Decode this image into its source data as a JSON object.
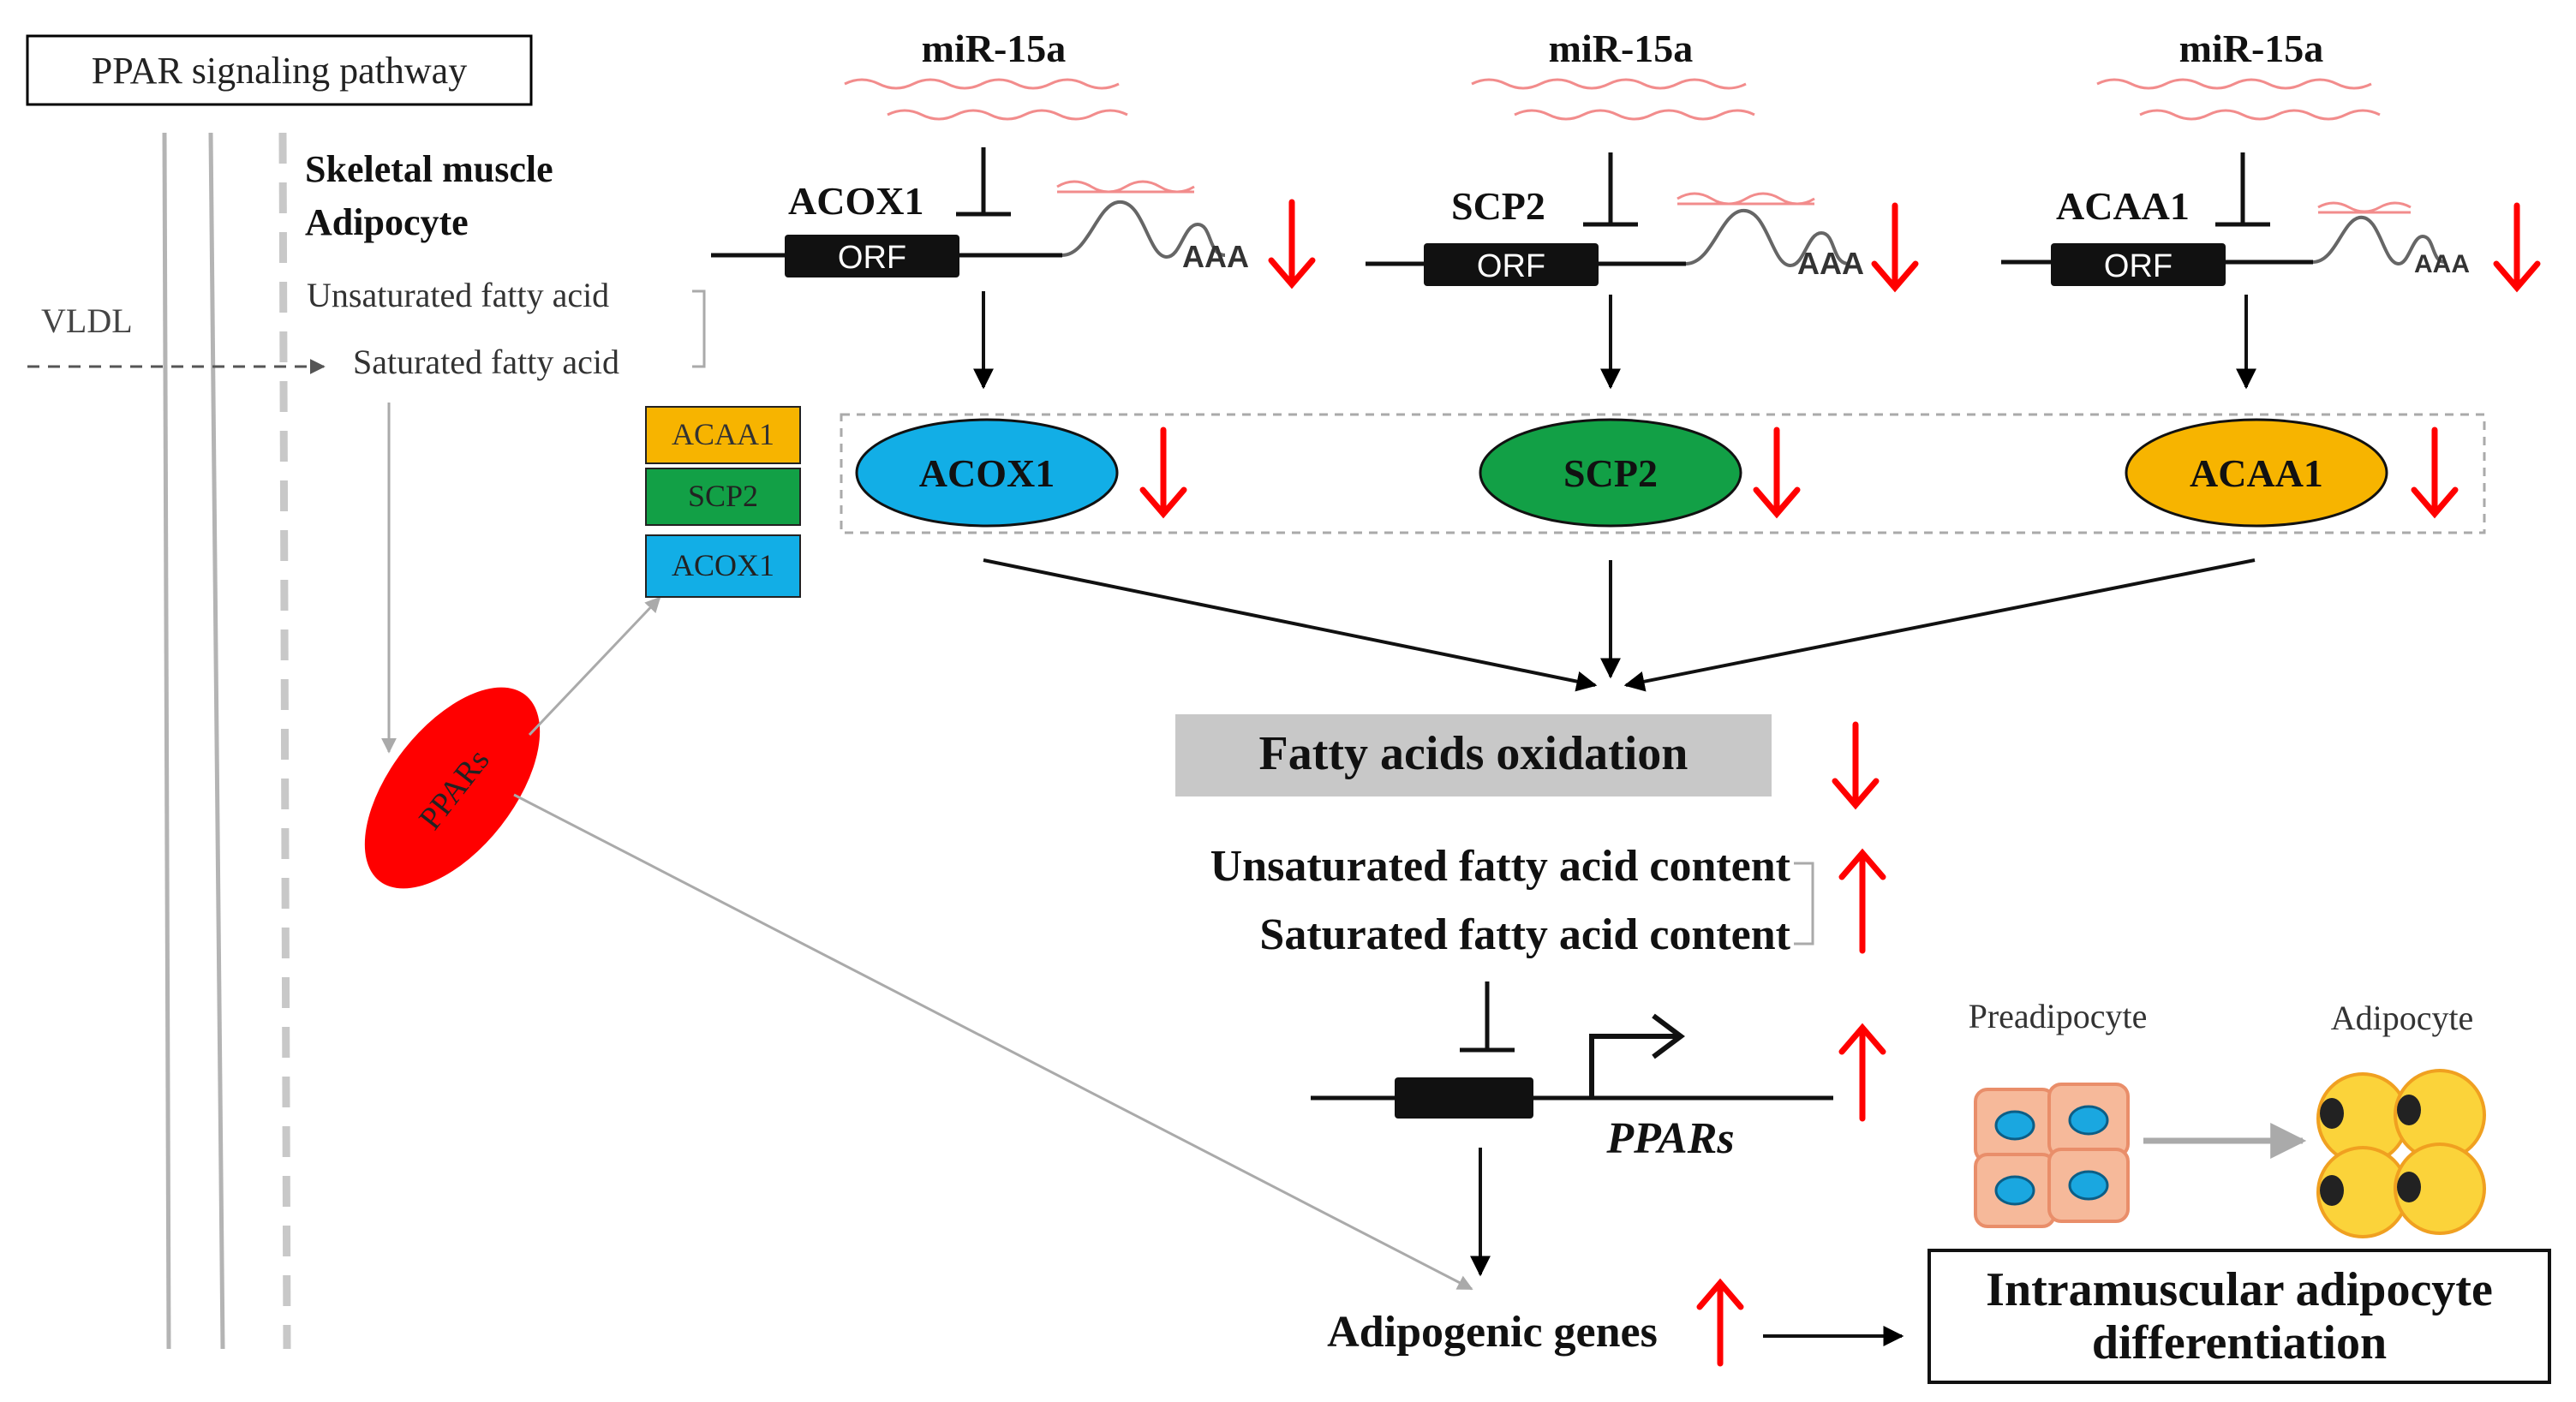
{
  "colors": {
    "acox1": "#12aee6",
    "scp2": "#12a046",
    "acaa1": "#f7b400",
    "ppars": "#ff0000",
    "down_arrow": "#ff0000",
    "up_arrow": "#ff0000",
    "mirna": "#f28c8c",
    "grey_box": "#c8c8c8",
    "grey_line": "#b4b4b4"
  },
  "left_panel": {
    "title": "PPAR signaling pathway",
    "cell_labels": [
      "Skeletal muscle",
      "Adipocyte"
    ],
    "vldl": "VLDL",
    "unsaturated": "Unsaturated fatty acid",
    "saturated": "Saturated fatty acid",
    "ppars": "PPARs",
    "target_boxes": [
      "ACAA1",
      "SCP2",
      "ACOX1"
    ]
  },
  "genes": [
    {
      "mirna": "miR-15a",
      "gene": "ACOX1",
      "orf": "ORF",
      "polya": "AAA",
      "protein": "ACOX1",
      "icon": "down-arrow-icon"
    },
    {
      "mirna": "miR-15a",
      "gene": "SCP2",
      "orf": "ORF",
      "polya": "AAA",
      "protein": "SCP2",
      "icon": "down-arrow-icon"
    },
    {
      "mirna": "miR-15a",
      "gene": "ACAA1",
      "orf": "ORF",
      "polya": "AAA",
      "protein": "ACAA1",
      "icon": "down-arrow-icon"
    }
  ],
  "center": {
    "oxidation": "Fatty acids oxidation",
    "unsat_content": "Unsaturated fatty acid content",
    "sat_content": "Saturated fatty acid content",
    "ppars_gene": "PPARs",
    "adipogenic": "Adipogenic genes",
    "outcome_line1": "Intramuscular adipocyte",
    "outcome_line2": "differentiation"
  },
  "cells": {
    "pre_label": "Preadipocyte",
    "post_label": "Adipocyte"
  }
}
